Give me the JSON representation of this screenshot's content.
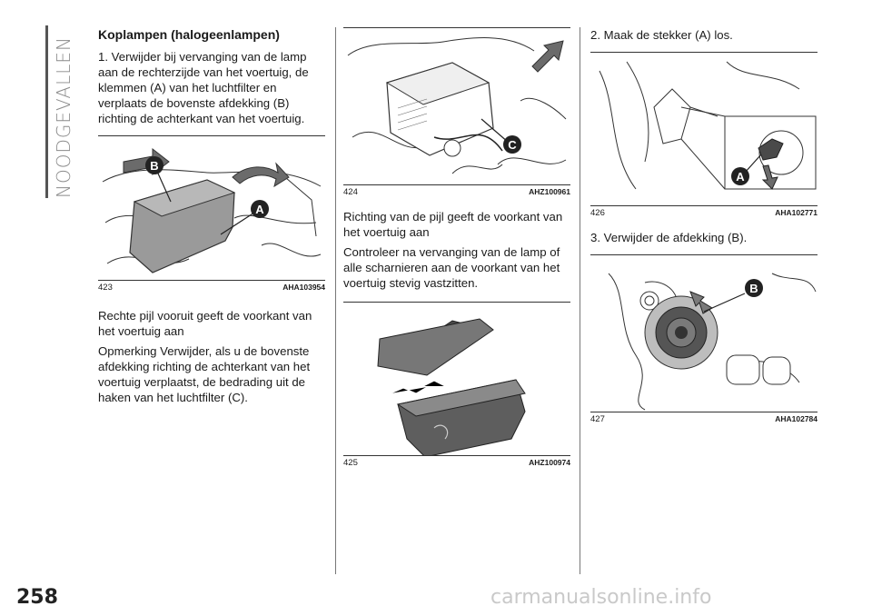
{
  "side_tab": "NOODGEVALLEN",
  "page_number": "258",
  "watermark": "carmanualsonline.info",
  "col1": {
    "heading": "Koplampen (halogeenlampen)",
    "step1": "1. Verwijder bij vervanging van de lamp aan de rechterzijde van het voertuig, de klemmen (A) van het luchtfilter en verplaats de bovenste afdekking (B) richting de achterkant van het voertuig.",
    "fig423": {
      "num": "423",
      "code": "AHA103954",
      "labels": [
        "B",
        "A"
      ]
    },
    "note1": "Rechte pijl vooruit geeft de voorkant van het voertuig aan",
    "note2": "Opmerking  Verwijder, als u de bovenste afdekking richting de achterkant van het voertuig verplaatst, de bedrading uit de haken van het luchtfilter (C)."
  },
  "col2": {
    "fig424": {
      "num": "424",
      "code": "AHZ100961",
      "labels": [
        "C"
      ]
    },
    "note1": "Richting van de pijl geeft de voorkant van het voertuig aan",
    "note2": "Controleer na vervanging van de lamp of alle scharnieren aan de voorkant van het voertuig stevig vastzitten.",
    "fig425": {
      "num": "425",
      "code": "AHZ100974"
    }
  },
  "col3": {
    "step2": "2. Maak de stekker (A) los.",
    "fig426": {
      "num": "426",
      "code": "AHA102771",
      "labels": [
        "A"
      ]
    },
    "step3": "3. Verwijder de afdekking (B).",
    "fig427": {
      "num": "427",
      "code": "AHA102784",
      "labels": [
        "B"
      ]
    }
  }
}
